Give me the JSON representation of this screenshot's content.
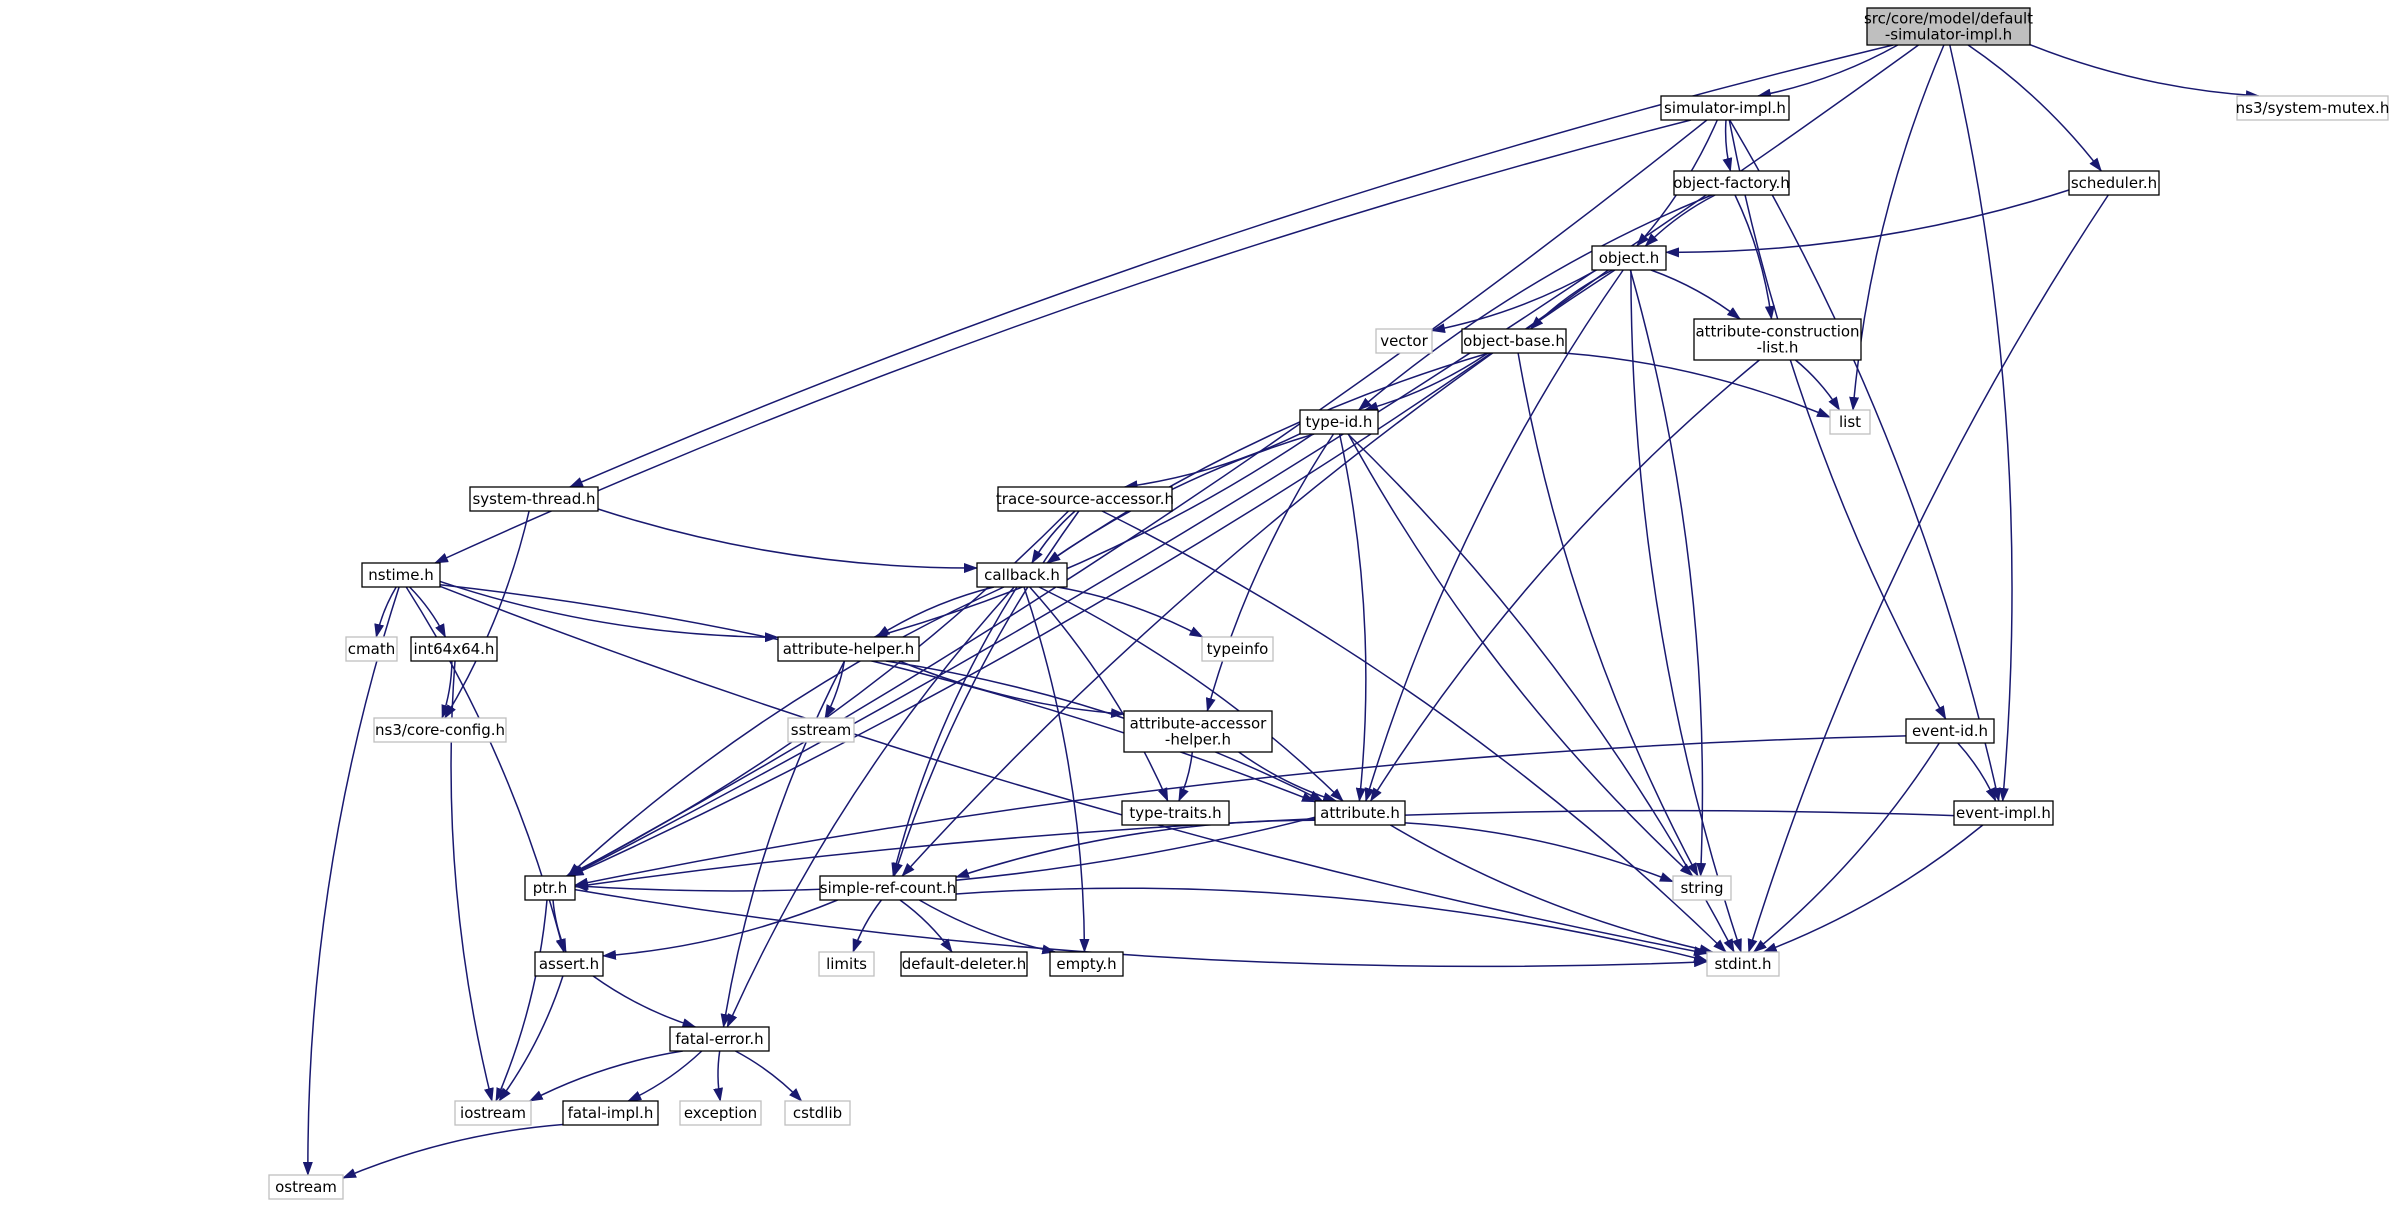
{
  "colors": {
    "edge": "#191970",
    "node_border": "#000000",
    "external_border": "#bfbfbf",
    "root_fill": "#bfbfbf",
    "node_fill": "#ffffff"
  },
  "nodes": [
    {
      "id": "root",
      "lines": [
        "src/core/model/default",
        "-simulator-impl.h"
      ],
      "kind": "root"
    },
    {
      "id": "simulator_impl",
      "lines": [
        "simulator-impl.h"
      ],
      "kind": "file"
    },
    {
      "id": "ns3_system_mutex",
      "lines": [
        "ns3/system-mutex.h"
      ],
      "kind": "external"
    },
    {
      "id": "object_factory",
      "lines": [
        "object-factory.h"
      ],
      "kind": "file"
    },
    {
      "id": "scheduler",
      "lines": [
        "scheduler.h"
      ],
      "kind": "file"
    },
    {
      "id": "object",
      "lines": [
        "object.h"
      ],
      "kind": "file"
    },
    {
      "id": "vector",
      "lines": [
        "vector"
      ],
      "kind": "external"
    },
    {
      "id": "object_base",
      "lines": [
        "object-base.h"
      ],
      "kind": "file"
    },
    {
      "id": "attr_construction_list",
      "lines": [
        "attribute-construction",
        "-list.h"
      ],
      "kind": "file"
    },
    {
      "id": "list",
      "lines": [
        "list"
      ],
      "kind": "external"
    },
    {
      "id": "type_id",
      "lines": [
        "type-id.h"
      ],
      "kind": "file"
    },
    {
      "id": "system_thread",
      "lines": [
        "system-thread.h"
      ],
      "kind": "file"
    },
    {
      "id": "trace_source_accessor",
      "lines": [
        "trace-source-accessor.h"
      ],
      "kind": "file"
    },
    {
      "id": "nstime",
      "lines": [
        "nstime.h"
      ],
      "kind": "file"
    },
    {
      "id": "callback",
      "lines": [
        "callback.h"
      ],
      "kind": "file"
    },
    {
      "id": "cmath",
      "lines": [
        "cmath"
      ],
      "kind": "external"
    },
    {
      "id": "int64x64",
      "lines": [
        "int64x64.h"
      ],
      "kind": "file"
    },
    {
      "id": "attribute_helper",
      "lines": [
        "attribute-helper.h"
      ],
      "kind": "file"
    },
    {
      "id": "typeinfo",
      "lines": [
        "typeinfo"
      ],
      "kind": "external"
    },
    {
      "id": "ns3_core_config",
      "lines": [
        "ns3/core-config.h"
      ],
      "kind": "external"
    },
    {
      "id": "sstream",
      "lines": [
        "sstream"
      ],
      "kind": "external"
    },
    {
      "id": "attr_accessor_helper",
      "lines": [
        "attribute-accessor",
        "-helper.h"
      ],
      "kind": "file"
    },
    {
      "id": "event_id",
      "lines": [
        "event-id.h"
      ],
      "kind": "file"
    },
    {
      "id": "type_traits",
      "lines": [
        "type-traits.h"
      ],
      "kind": "file"
    },
    {
      "id": "attribute",
      "lines": [
        "attribute.h"
      ],
      "kind": "file"
    },
    {
      "id": "event_impl",
      "lines": [
        "event-impl.h"
      ],
      "kind": "file"
    },
    {
      "id": "ptr",
      "lines": [
        "ptr.h"
      ],
      "kind": "file"
    },
    {
      "id": "simple_ref_count",
      "lines": [
        "simple-ref-count.h"
      ],
      "kind": "file"
    },
    {
      "id": "string",
      "lines": [
        "string"
      ],
      "kind": "external"
    },
    {
      "id": "assert",
      "lines": [
        "assert.h"
      ],
      "kind": "file"
    },
    {
      "id": "limits",
      "lines": [
        "limits"
      ],
      "kind": "external"
    },
    {
      "id": "default_deleter",
      "lines": [
        "default-deleter.h"
      ],
      "kind": "file"
    },
    {
      "id": "empty",
      "lines": [
        "empty.h"
      ],
      "kind": "file"
    },
    {
      "id": "stdint",
      "lines": [
        "stdint.h"
      ],
      "kind": "external"
    },
    {
      "id": "fatal_error",
      "lines": [
        "fatal-error.h"
      ],
      "kind": "file"
    },
    {
      "id": "iostream",
      "lines": [
        "iostream"
      ],
      "kind": "external"
    },
    {
      "id": "fatal_impl",
      "lines": [
        "fatal-impl.h"
      ],
      "kind": "file"
    },
    {
      "id": "exception",
      "lines": [
        "exception"
      ],
      "kind": "external"
    },
    {
      "id": "cstdlib",
      "lines": [
        "cstdlib"
      ],
      "kind": "external"
    },
    {
      "id": "ostream",
      "lines": [
        "ostream"
      ],
      "kind": "external"
    }
  ],
  "edges": [
    [
      "root",
      "simulator_impl"
    ],
    [
      "root",
      "ns3_system_mutex"
    ],
    [
      "root",
      "scheduler"
    ],
    [
      "root",
      "list"
    ],
    [
      "root",
      "event_impl"
    ],
    [
      "root",
      "system_thread"
    ],
    [
      "root",
      "ptr"
    ],
    [
      "simulator_impl",
      "object_factory"
    ],
    [
      "simulator_impl",
      "object"
    ],
    [
      "simulator_impl",
      "nstime"
    ],
    [
      "simulator_impl",
      "ptr"
    ],
    [
      "simulator_impl",
      "event_id"
    ],
    [
      "simulator_impl",
      "event_impl"
    ],
    [
      "object_factory",
      "object"
    ],
    [
      "object_factory",
      "attr_construction_list"
    ],
    [
      "object_factory",
      "type_id"
    ],
    [
      "scheduler",
      "object"
    ],
    [
      "scheduler",
      "stdint"
    ],
    [
      "object",
      "vector"
    ],
    [
      "object",
      "object_base"
    ],
    [
      "object",
      "attr_construction_list"
    ],
    [
      "object",
      "attribute"
    ],
    [
      "object",
      "string"
    ],
    [
      "object",
      "stdint"
    ],
    [
      "object",
      "ptr"
    ],
    [
      "object",
      "simple_ref_count"
    ],
    [
      "object_base",
      "type_id"
    ],
    [
      "object_base",
      "callback"
    ],
    [
      "object_base",
      "list"
    ],
    [
      "object_base",
      "string"
    ],
    [
      "attr_construction_list",
      "list"
    ],
    [
      "attr_construction_list",
      "attribute"
    ],
    [
      "type_id",
      "trace_source_accessor"
    ],
    [
      "type_id",
      "callback"
    ],
    [
      "type_id",
      "attribute_helper"
    ],
    [
      "type_id",
      "attr_accessor_helper"
    ],
    [
      "type_id",
      "attribute"
    ],
    [
      "type_id",
      "string"
    ],
    [
      "type_id",
      "stdint"
    ],
    [
      "system_thread",
      "callback"
    ],
    [
      "system_thread",
      "ns3_core_config"
    ],
    [
      "trace_source_accessor",
      "callback"
    ],
    [
      "trace_source_accessor",
      "ptr"
    ],
    [
      "trace_source_accessor",
      "simple_ref_count"
    ],
    [
      "trace_source_accessor",
      "stdint"
    ],
    [
      "nstime",
      "cmath"
    ],
    [
      "nstime",
      "int64x64"
    ],
    [
      "nstime",
      "attribute_helper"
    ],
    [
      "nstime",
      "attribute"
    ],
    [
      "nstime",
      "stdint"
    ],
    [
      "nstime",
      "assert"
    ],
    [
      "nstime",
      "ostream"
    ],
    [
      "callback",
      "typeinfo"
    ],
    [
      "callback",
      "attribute_helper"
    ],
    [
      "callback",
      "attribute"
    ],
    [
      "callback",
      "ptr"
    ],
    [
      "callback",
      "type_traits"
    ],
    [
      "callback",
      "simple_ref_count"
    ],
    [
      "callback",
      "empty"
    ],
    [
      "callback",
      "fatal_error"
    ],
    [
      "int64x64",
      "ns3_core_config"
    ],
    [
      "int64x64",
      "iostream"
    ],
    [
      "attribute_helper",
      "sstream"
    ],
    [
      "attribute_helper",
      "attr_accessor_helper"
    ],
    [
      "attribute_helper",
      "attribute"
    ],
    [
      "attribute_helper",
      "fatal_error"
    ],
    [
      "attr_accessor_helper",
      "type_traits"
    ],
    [
      "attr_accessor_helper",
      "attribute"
    ],
    [
      "attribute",
      "ptr"
    ],
    [
      "attribute",
      "simple_ref_count"
    ],
    [
      "attribute",
      "string"
    ],
    [
      "attribute",
      "stdint"
    ],
    [
      "event_id",
      "event_impl"
    ],
    [
      "event_id",
      "ptr"
    ],
    [
      "event_id",
      "stdint"
    ],
    [
      "event_impl",
      "ptr"
    ],
    [
      "event_impl",
      "stdint"
    ],
    [
      "ptr",
      "assert"
    ],
    [
      "ptr",
      "iostream"
    ],
    [
      "ptr",
      "stdint"
    ],
    [
      "simple_ref_count",
      "assert"
    ],
    [
      "simple_ref_count",
      "limits"
    ],
    [
      "simple_ref_count",
      "default_deleter"
    ],
    [
      "simple_ref_count",
      "empty"
    ],
    [
      "simple_ref_count",
      "stdint"
    ],
    [
      "assert",
      "fatal_error"
    ],
    [
      "assert",
      "iostream"
    ],
    [
      "fatal_error",
      "iostream"
    ],
    [
      "fatal_error",
      "fatal_impl"
    ],
    [
      "fatal_error",
      "exception"
    ],
    [
      "fatal_error",
      "cstdlib"
    ],
    [
      "fatal_impl",
      "ostream"
    ]
  ]
}
